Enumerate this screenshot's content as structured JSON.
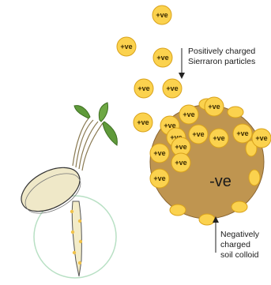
{
  "particle_label": "+ve",
  "colloid_label": "-ve",
  "annotations": {
    "particles_line1": "Positively charged",
    "particles_line2": "Sierraron particles",
    "colloid_line1": "Negatively",
    "colloid_line2": "charged",
    "colloid_line3": "soil colloid"
  },
  "colors": {
    "particle_fill": "#fbd24e",
    "particle_edge": "#d9a21b",
    "colloid_fill": "#bf9550",
    "root_zone_circle": "#b8e0c4",
    "seed_coat": "#efe8c8",
    "leaf": "#5f9a3a"
  }
}
